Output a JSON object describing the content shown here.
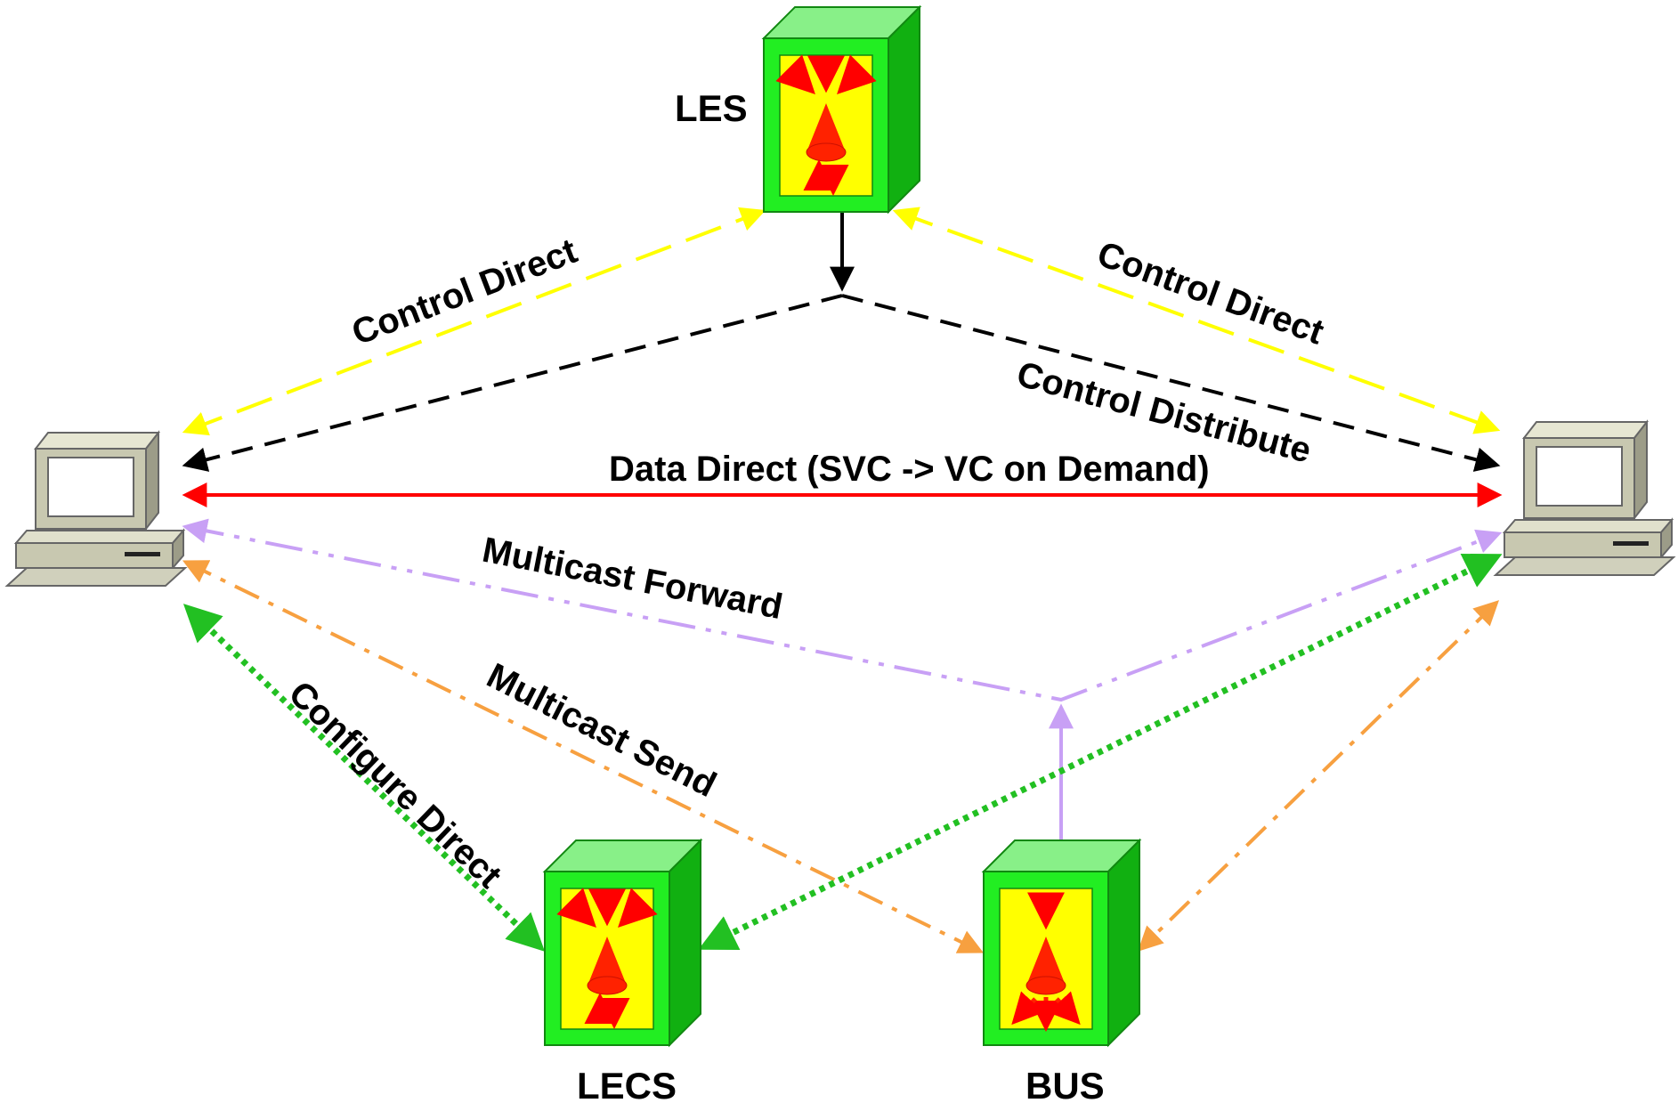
{
  "nodes": {
    "les": {
      "label": "LES"
    },
    "lecs": {
      "label": "LECS"
    },
    "bus": {
      "label": "BUS"
    }
  },
  "connections": {
    "control_direct_left": {
      "label": "Control Direct",
      "color": "#ffff00"
    },
    "control_direct_right": {
      "label": "Control Direct",
      "color": "#ffff00"
    },
    "control_distribute": {
      "label": "Control Distribute",
      "color": "#000000"
    },
    "data_direct": {
      "label": "Data Direct (SVC -> VC on Demand)",
      "color": "#ff0000"
    },
    "multicast_forward": {
      "label": "Multicast Forward",
      "color": "#c8a0f5"
    },
    "multicast_send": {
      "label": "Multicast Send",
      "color": "#f7a040"
    },
    "configure_direct": {
      "label": "Configure Direct",
      "color": "#22c022"
    }
  },
  "colors": {
    "server_body": "#22ee22",
    "server_panel": "#ffff00",
    "server_symbol": "#ff2200",
    "computer_body": "#c8c8b0"
  }
}
